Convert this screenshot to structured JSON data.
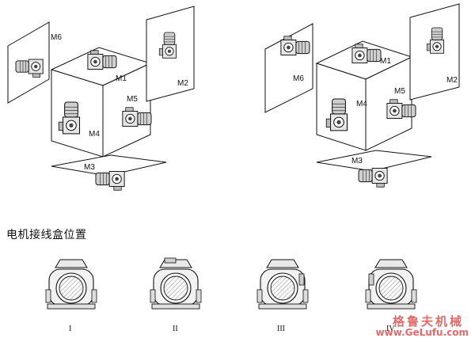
{
  "left_diagram": {
    "labels": {
      "m1": "M1",
      "m2": "M2",
      "m3": "M3",
      "m4": "M4",
      "m5": "M5",
      "m6": "M6"
    }
  },
  "right_diagram": {
    "labels": {
      "m1": "M1",
      "m2": "M2",
      "m3": "M3",
      "m4": "M4",
      "m5": "M5",
      "m6": "M6"
    }
  },
  "terminal_box_section": {
    "title": "电机接线盒位置",
    "positions": [
      "I",
      "II",
      "III",
      "IV"
    ]
  },
  "watermark": {
    "line1": "格鲁夫机械",
    "line2": "www.GeLufu.com"
  }
}
